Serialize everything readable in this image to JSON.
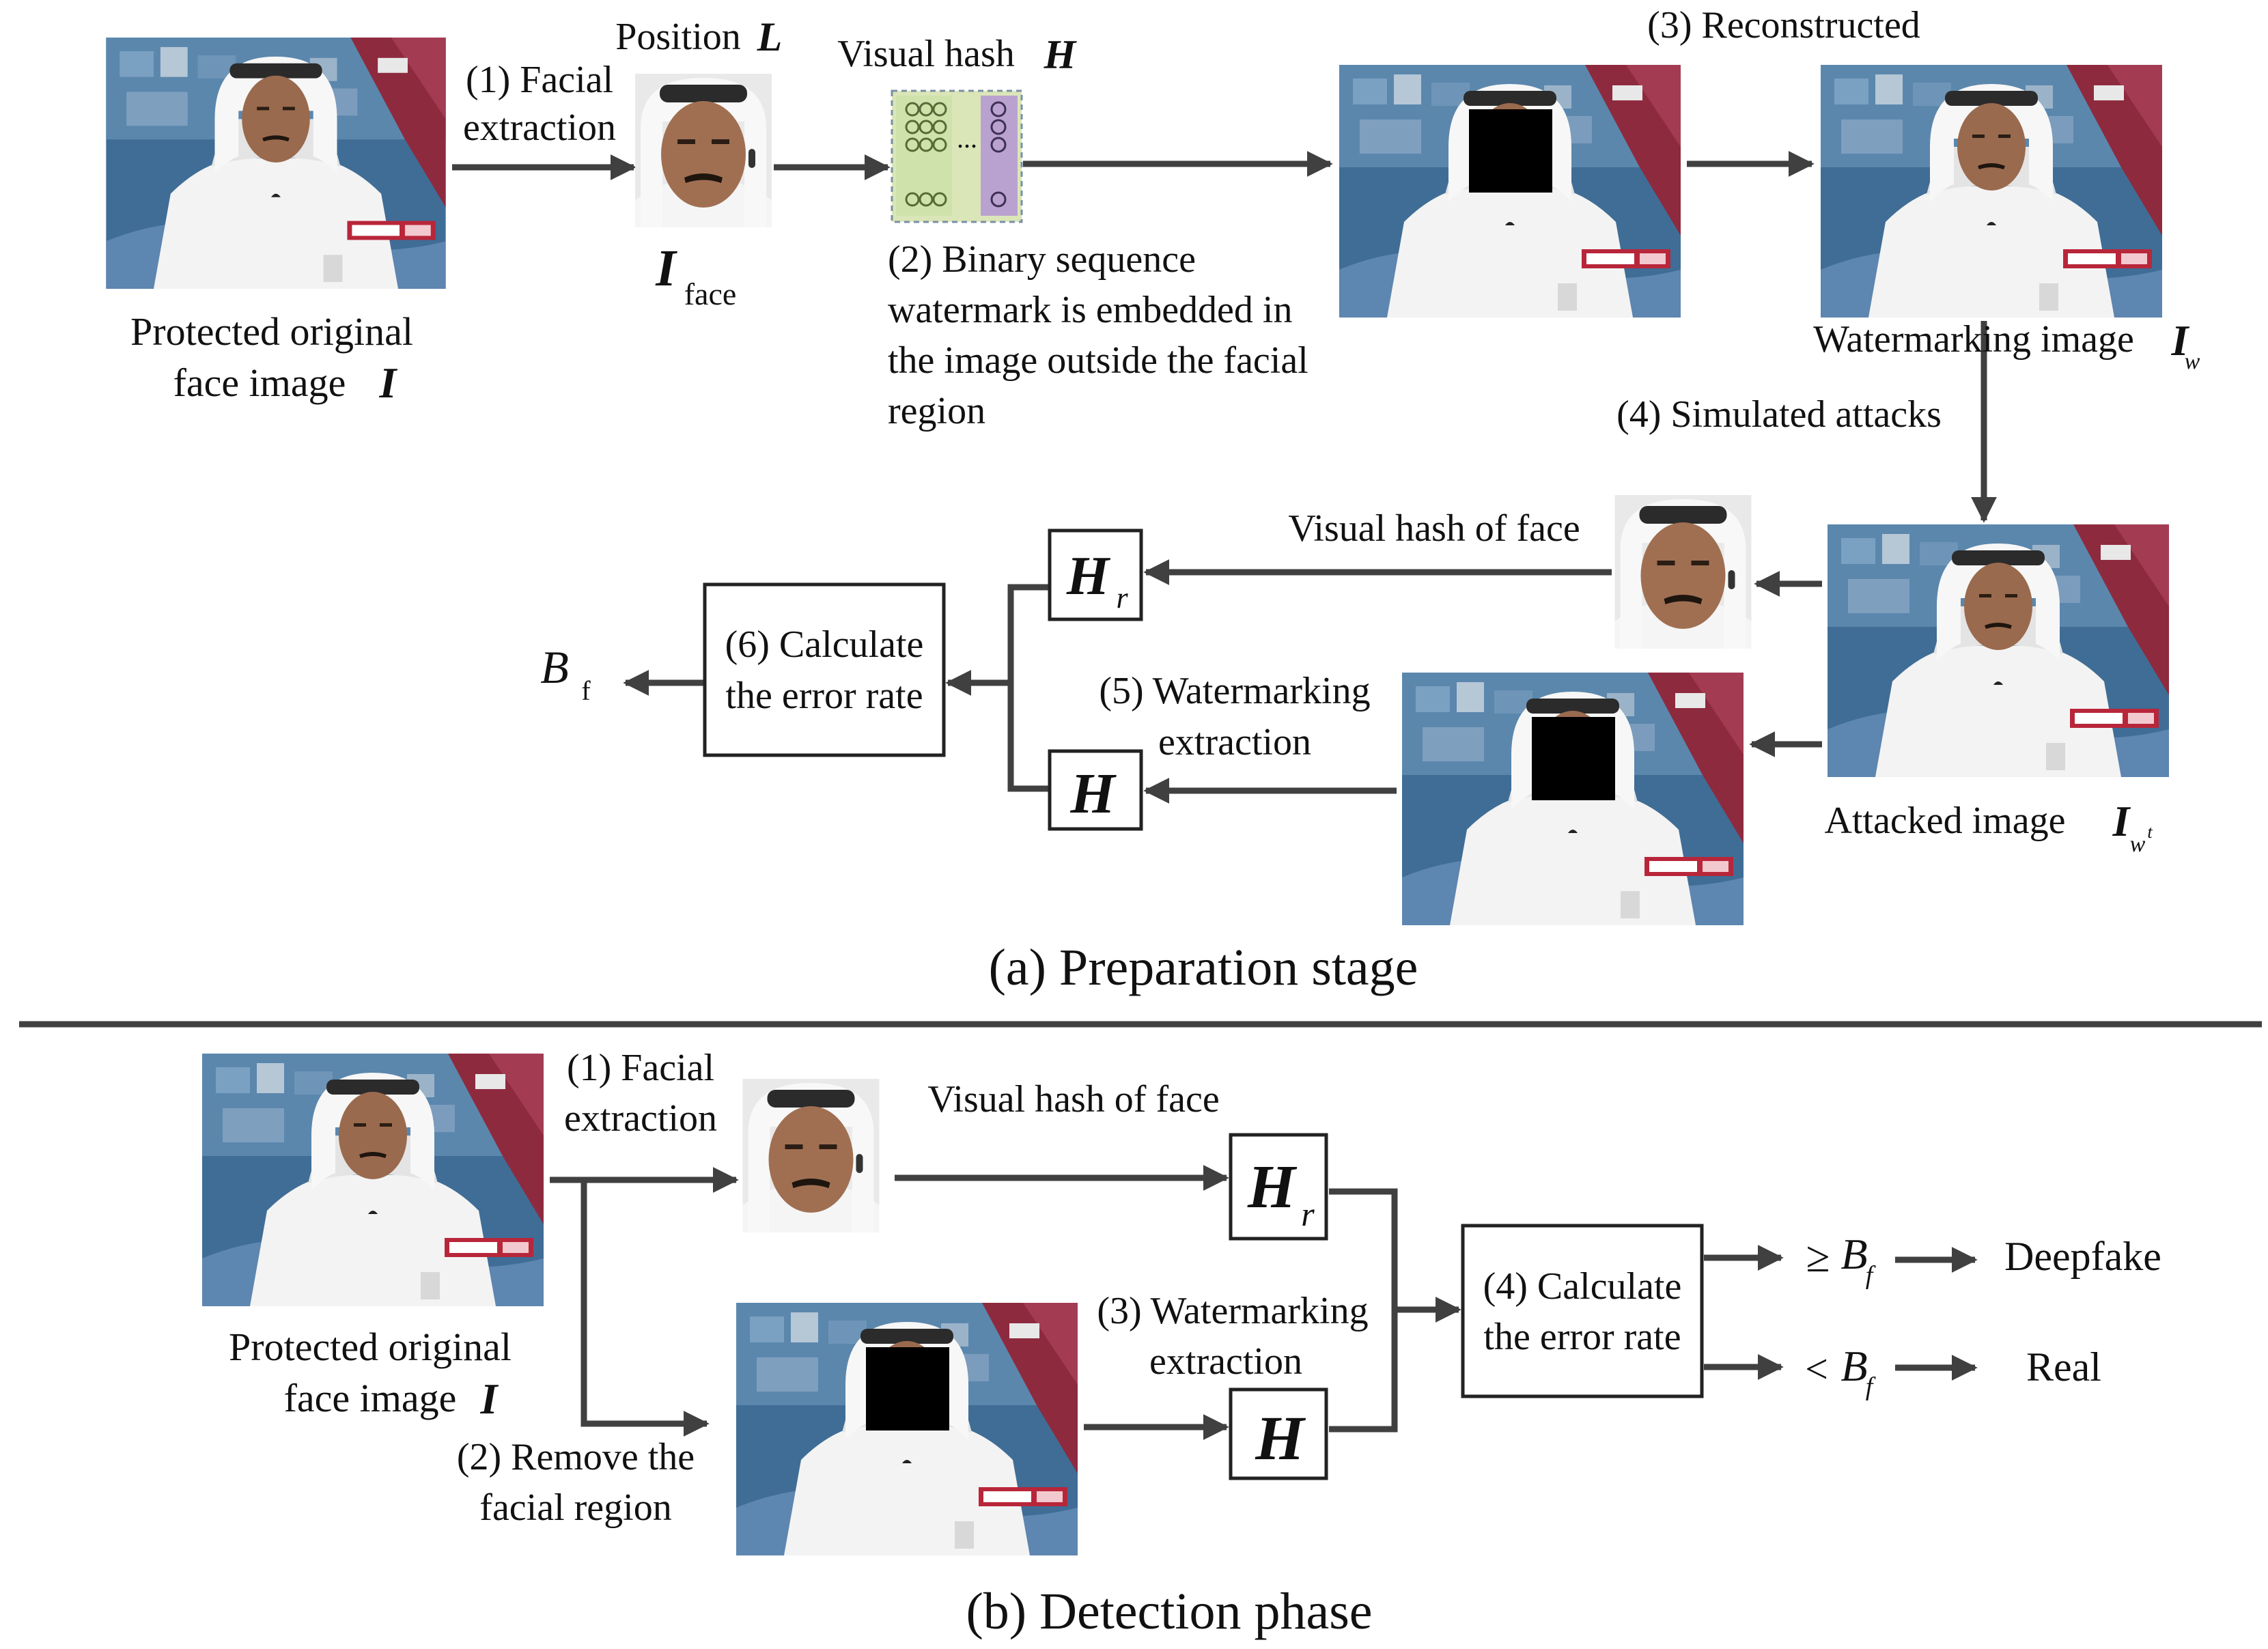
{
  "colors": {
    "arrow": "#404040",
    "box_border": "#222222",
    "studio_bg": "#3f6d96",
    "studio_red": "#8e2a3e",
    "shirt": "#f3f3f3",
    "skin": "#9a6a4e",
    "mask": "#000000",
    "hash_green": "#dbe6b8",
    "hash_purple": "#b9a2cf"
  },
  "icons": {
    "news_frame": "news-anchor-photo",
    "face_crop": "face-crop-photo",
    "masked_frame": "face-removed-photo",
    "hash": "binary-hash-grid"
  },
  "prep": {
    "orig_label_1": "Protected original",
    "orig_label_2": "face image",
    "orig_sym": "I",
    "step1_1": "(1) Facial",
    "step1_2": "extraction",
    "position_label": "Position",
    "position_sym": "L",
    "iface_sym": "I",
    "iface_sub": "face",
    "hash_label": "Visual hash",
    "hash_sym": "H",
    "hash_dots": "...",
    "step2_1": "(2) Binary sequence",
    "step2_2": "watermark is embedded in",
    "step2_3": "the image outside the facial",
    "step2_4": "region",
    "step3": "(3) Reconstructed",
    "wm_label": "Watermarking image",
    "wm_sym": "I",
    "wm_sub": "w",
    "step4": "(4) Simulated attacks",
    "vhash_face": "Visual hash of  face",
    "hr_sym": "H",
    "hr_sub": "r",
    "h_sym": "H",
    "step5_1": "(5) Watermarking",
    "step5_2": "extraction",
    "step6_1": "(6) Calculate",
    "step6_2": "the error rate",
    "bf_sym": "B",
    "bf_sub": "f",
    "attacked_label": "Attacked  image",
    "attacked_sym": "I",
    "attacked_sub": "w",
    "attacked_sup": "t",
    "caption": "(a) Preparation stage"
  },
  "detect": {
    "orig_label_1": "Protected original",
    "orig_label_2": "face image",
    "orig_sym": "I",
    "step1_1": "(1) Facial",
    "step1_2": "extraction",
    "vhash_face": "Visual hash of  face",
    "hr_sym": "H",
    "hr_sub": "r",
    "h_sym": "H",
    "step2_1": "(2) Remove the",
    "step2_2": "facial region",
    "step3_1": "(3) Watermarking",
    "step3_2": "extraction",
    "step4_1": "(4) Calculate",
    "step4_2": "the error rate",
    "ge_sym": "≥",
    "lt_sym": "<",
    "bf_sym": "B",
    "bf_sub": "f",
    "deepfake": "Deepfake",
    "real": "Real",
    "caption": "(b) Detection phase"
  }
}
